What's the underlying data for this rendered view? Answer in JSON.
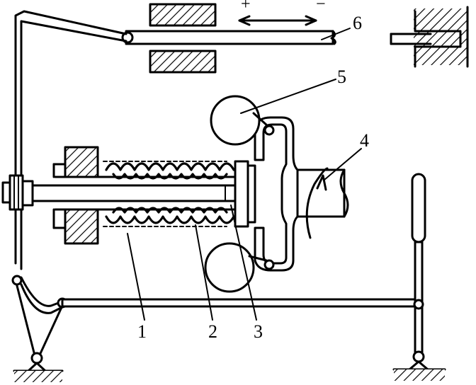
{
  "labels": {
    "part1": "1",
    "part2": "2",
    "part3": "3",
    "part4": "4",
    "part5": "5",
    "part6": "6",
    "plus": "+",
    "minus": "−"
  },
  "style": {
    "ink": "#000000",
    "paper": "#ffffff"
  }
}
